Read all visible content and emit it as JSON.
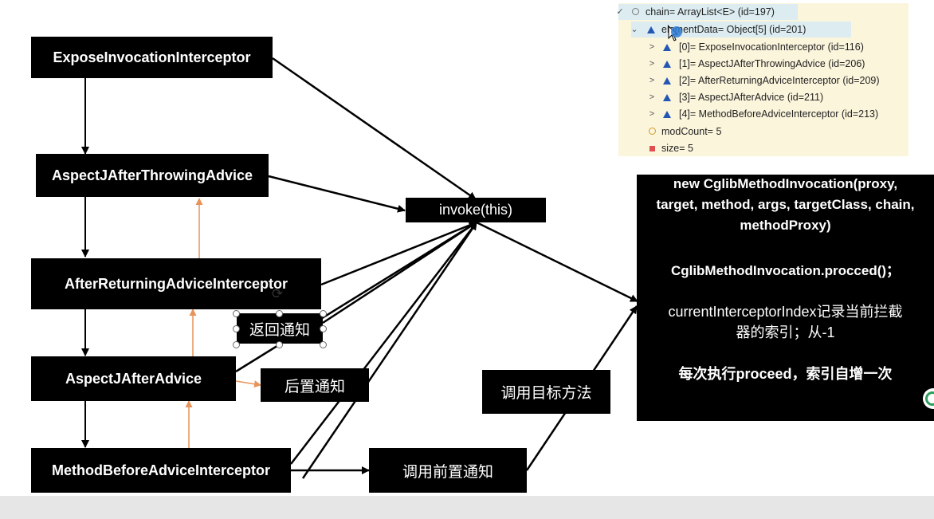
{
  "diagram": {
    "nodes": {
      "expose": "ExposeInvocationInterceptor",
      "after_throwing": "AspectJAfterThrowingAdvice",
      "after_returning": "AfterReturningAdviceInterceptor",
      "after_advice": "AspectJAfterAdvice",
      "method_before": "MethodBeforeAdviceInterceptor",
      "invoke": "invoke(this)",
      "return_notice": "返回通知",
      "after_notice": "后置通知",
      "call_target": "调用目标方法",
      "call_before": "调用前置通知"
    },
    "info_panel": {
      "line1": "new CglibMethodInvocation(proxy,",
      "line2": "target, method, args, targetClass, chain,",
      "line3": "methodProxy)",
      "line4": "CglibMethodInvocation.procced()；",
      "line5": "currentInterceptorIndex记录当前拦截",
      "line6": "器的索引；从-1",
      "line7": "每次执行proceed，索引自增一次"
    },
    "colors": {
      "box": "#000000",
      "arrow": "#000000",
      "return_arrow": "#e8935a",
      "debug_bg": "#fbf5dc",
      "debug_highlight": "#dcecf0"
    }
  },
  "debugger": {
    "chain": "chain= ArrayList<E>  (id=197)",
    "element_data": "elementData= Object[5]  (id=201)",
    "items": [
      "[0]= ExposeInvocationInterceptor  (id=116)",
      "[1]= AspectJAfterThrowingAdvice  (id=206)",
      "[2]= AfterReturningAdviceInterceptor  (id=209)",
      "[3]= AspectJAfterAdvice  (id=211)",
      "[4]= MethodBeforeAdviceInterceptor  (id=213)"
    ],
    "mod_count": "modCount= 5",
    "size": "size= 5"
  }
}
